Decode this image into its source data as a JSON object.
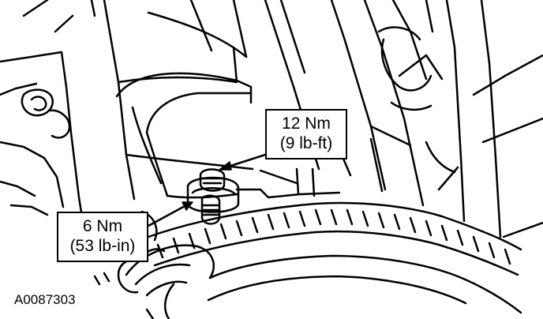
{
  "callouts": {
    "upper": {
      "line1": "12 Nm",
      "line2": "(9 lb-ft)"
    },
    "lower": {
      "line1": "6 Nm",
      "line2": "(53 lb-in)"
    }
  },
  "figure_id": "A0087303",
  "colors": {
    "ink": "#000000",
    "paper": "#ffffff"
  }
}
